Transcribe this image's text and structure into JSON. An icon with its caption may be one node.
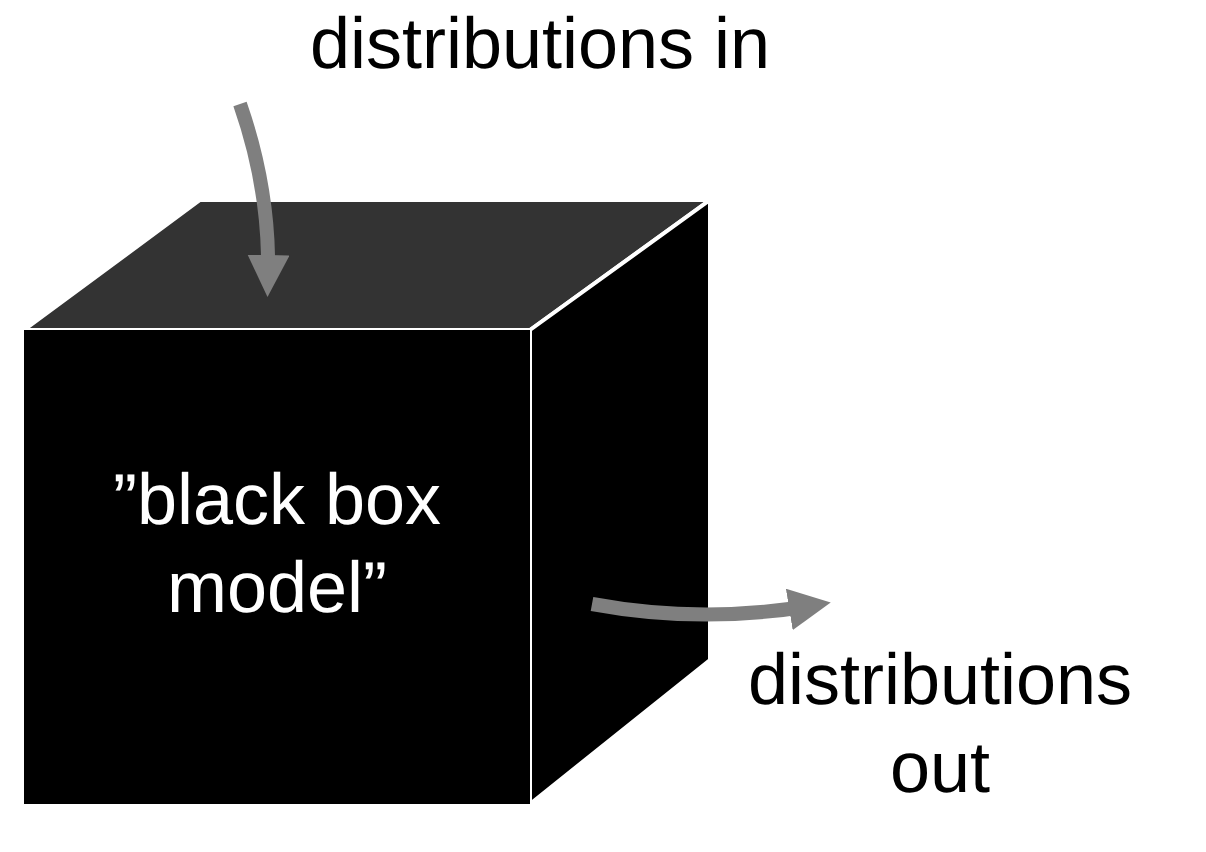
{
  "diagram": {
    "nodes": [
      {
        "text": [
          "distributions in"
        ]
      },
      {
        "text": [
          "”black box model”"
        ]
      },
      {
        "text": [
          "distributions out"
        ]
      }
    ],
    "edges": [
      {
        "from": 0,
        "to": 1,
        "arrow": "to"
      },
      {
        "from": 1,
        "to": 2,
        "arrow": "to"
      }
    ]
  }
}
